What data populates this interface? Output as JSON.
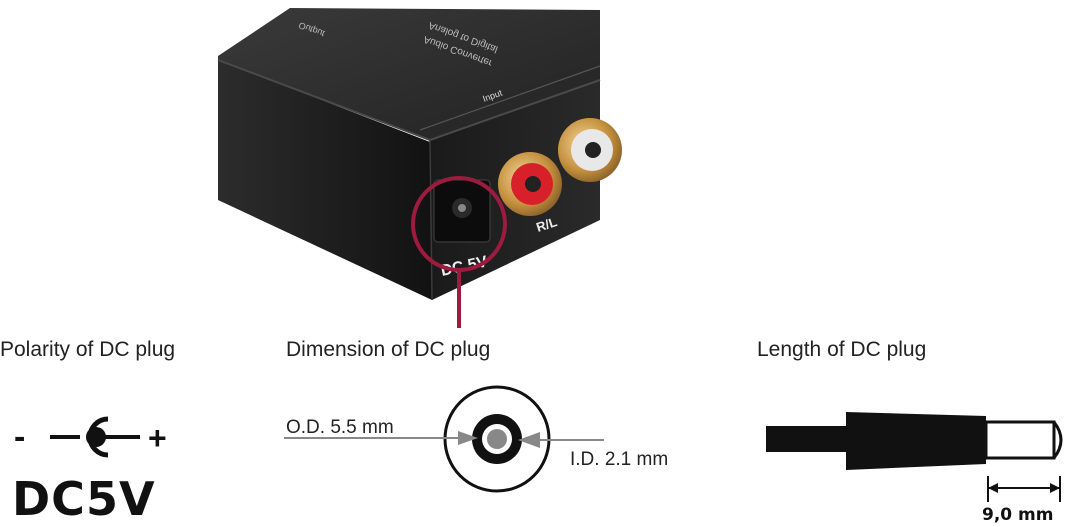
{
  "device": {
    "top_label_line1": "Analog to Digital",
    "top_label_line2": "Audio Converter",
    "output_label": "Output",
    "input_label": "Input",
    "rl_label": "R/L",
    "dc_label": "DC 5V"
  },
  "sections": {
    "polarity_title": "Polarity of DC plug",
    "dimension_title": "Dimension of DC plug",
    "length_title": "Length of DC plug"
  },
  "polarity": {
    "minus": "-",
    "plus": "+",
    "voltage": "DC5V"
  },
  "dimension": {
    "od_label": "O.D.  5.5 mm",
    "id_label": "I.D.  2.1 mm"
  },
  "length": {
    "value": "9,0 mm"
  },
  "colors": {
    "highlight": "#9c1b3f",
    "device_body": "#1c1c1c",
    "rca_red": "#d8202a",
    "rca_gold": "#b88a3a"
  }
}
